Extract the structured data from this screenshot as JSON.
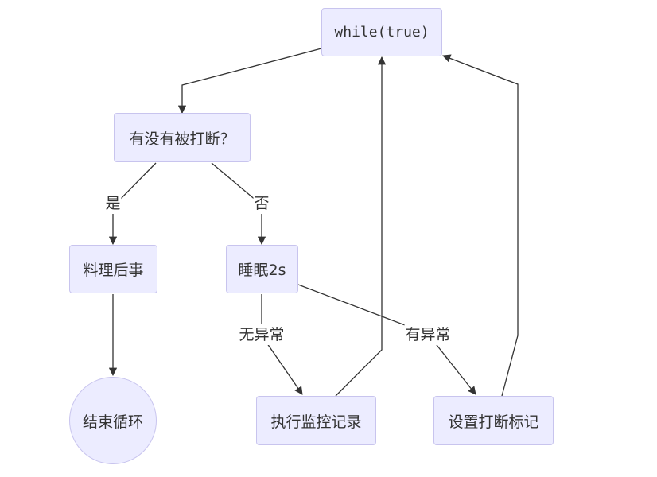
{
  "diagram": {
    "nodes": {
      "loop": "while(true)",
      "check": "有没有被打断？",
      "cleanup": "料理后事",
      "sleep": "睡眠2s",
      "end": "结束循环",
      "record": "执行监控记录",
      "flag": "设置打断标记"
    },
    "edges": {
      "yes": "是",
      "no": "否",
      "no_exception": "无异常",
      "has_exception": "有异常"
    },
    "colors": {
      "node_fill": "#ececff",
      "node_border": "#c8c4ee",
      "edge": "#333333"
    }
  }
}
